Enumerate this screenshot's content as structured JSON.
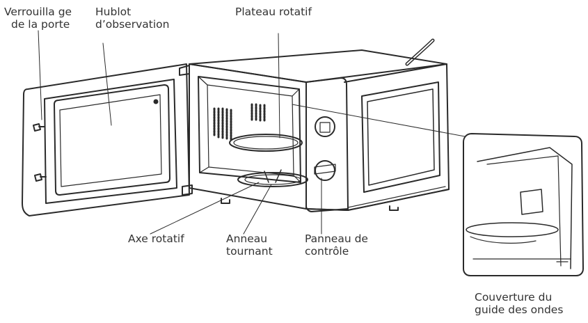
{
  "labels": {
    "door_latch": {
      "line1": "Verrouilla ge",
      "line2": "de la porte"
    },
    "window": {
      "line1": "Hublot",
      "line2": "d’observation"
    },
    "turntable": {
      "line1": "Plateau rotatif"
    },
    "shaft": {
      "line1": "Axe rotatif"
    },
    "roller_ring": {
      "line1": "Anneau",
      "line2": "tournant"
    },
    "control_panel": {
      "line1": "Panneau de",
      "line2": "contrôle"
    },
    "waveguide_cover": {
      "line1": "Couverture du",
      "line2": "guide des ondes"
    }
  },
  "colors": {
    "ink": "#2a2a2a",
    "text": "#333333",
    "paper": "#ffffff"
  }
}
